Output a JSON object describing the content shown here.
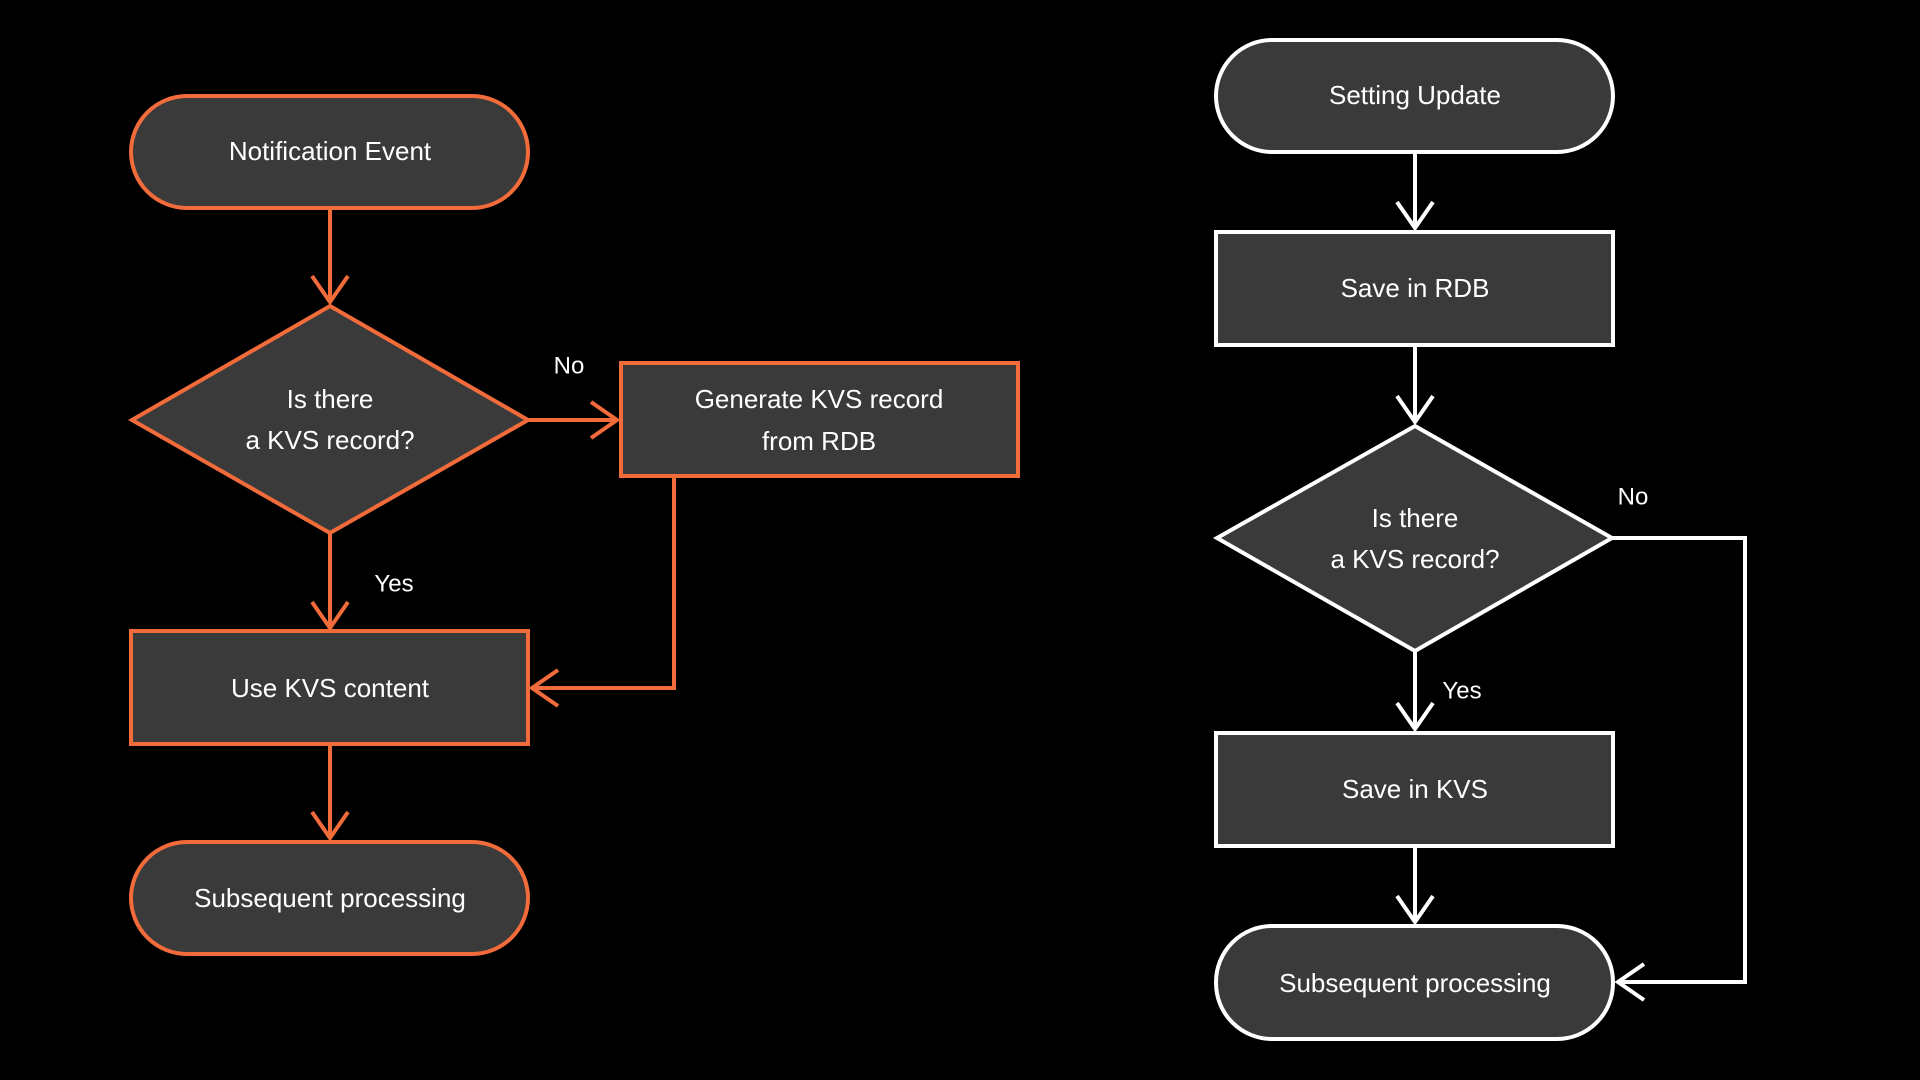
{
  "colors": {
    "background": "#000000",
    "node_fill": "#3a3a3a",
    "accent_orange": "#f26b3a",
    "accent_white": "#ffffff"
  },
  "left_flow": {
    "start": "Notification Event",
    "decision_line1": "Is there",
    "decision_line2": "a KVS record?",
    "generate_line1": "Generate KVS record",
    "generate_line2": "from RDB",
    "use_kvs": "Use KVS content",
    "end": "Subsequent processing",
    "no_label": "No",
    "yes_label": "Yes"
  },
  "right_flow": {
    "start": "Setting Update",
    "save_rdb": "Save in RDB",
    "decision_line1": "Is there",
    "decision_line2": "a KVS record?",
    "save_kvs": "Save in KVS",
    "end": "Subsequent processing",
    "no_label": "No",
    "yes_label": "Yes"
  }
}
